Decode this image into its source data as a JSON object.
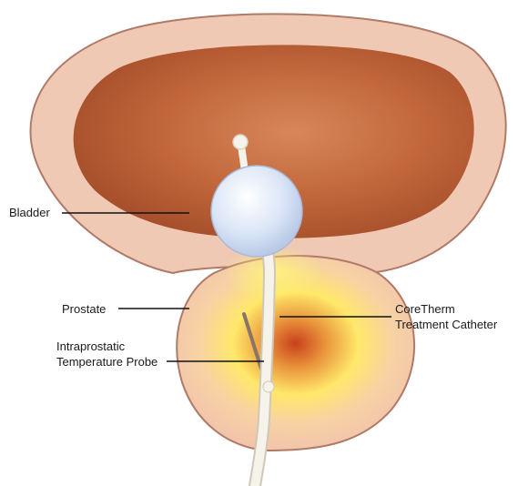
{
  "diagram": {
    "labels": {
      "bladder": "Bladder",
      "prostate": "Prostate",
      "probe_line1": "Intraprostatic",
      "probe_line2": "Temperature Probe",
      "catheter_line1": "CoreTherm",
      "catheter_line2": "Treatment Catheter"
    },
    "colors": {
      "bladder_wall": "#f0c9b4",
      "bladder_outline": "#b07a68",
      "bladder_lumen": "#c2673c",
      "balloon": "#dbe6f7",
      "catheter": "#f6f3ea",
      "heat_core": "#e8913a",
      "heat_glow": "#ffe86a",
      "probe": "#8a7466",
      "leader_line": "#111111"
    }
  }
}
